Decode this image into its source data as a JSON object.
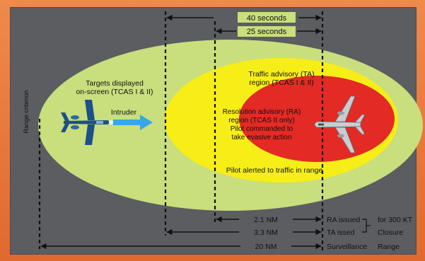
{
  "timing": {
    "outer": "40 seconds",
    "inner": "25 seconds"
  },
  "labels": {
    "range_criterion": "Range criterion",
    "targets_displayed": [
      "Targets displayed",
      "on-screen (TCAS I & II)"
    ],
    "intruder": "Intruder",
    "ta_region": [
      "Traffic advisory (TA)",
      "region (TCAS I & II)"
    ],
    "ra_region": [
      "Resolution advisory (RA)",
      "region (TCAS II only)",
      "Pilot commanded to",
      "take evasive action"
    ],
    "pilot_alerted": "Pilot alerted to traffic in range"
  },
  "ranges": [
    {
      "distance": "2.1 NM",
      "label": "RA issued"
    },
    {
      "distance": "3.3 NM",
      "label": "TA issed"
    },
    {
      "distance": "20 NM",
      "label": "Surveillance",
      "suffix": "Range"
    }
  ],
  "bracket_note": [
    "for 300 KT",
    "Closure"
  ],
  "colors": {
    "frame": "#e8773a",
    "background": "#5b5d61",
    "surveillance_zone": "#c9de7c",
    "ta_zone": "#f7ee18",
    "ra_zone": "#e32a24",
    "intruder_aircraft": "#1e4f8a",
    "intruder_arrow": "#3aa6e8",
    "own_aircraft": "#c9ccd0"
  },
  "icons": [
    "intruder-aircraft-icon",
    "own-aircraft-icon"
  ]
}
